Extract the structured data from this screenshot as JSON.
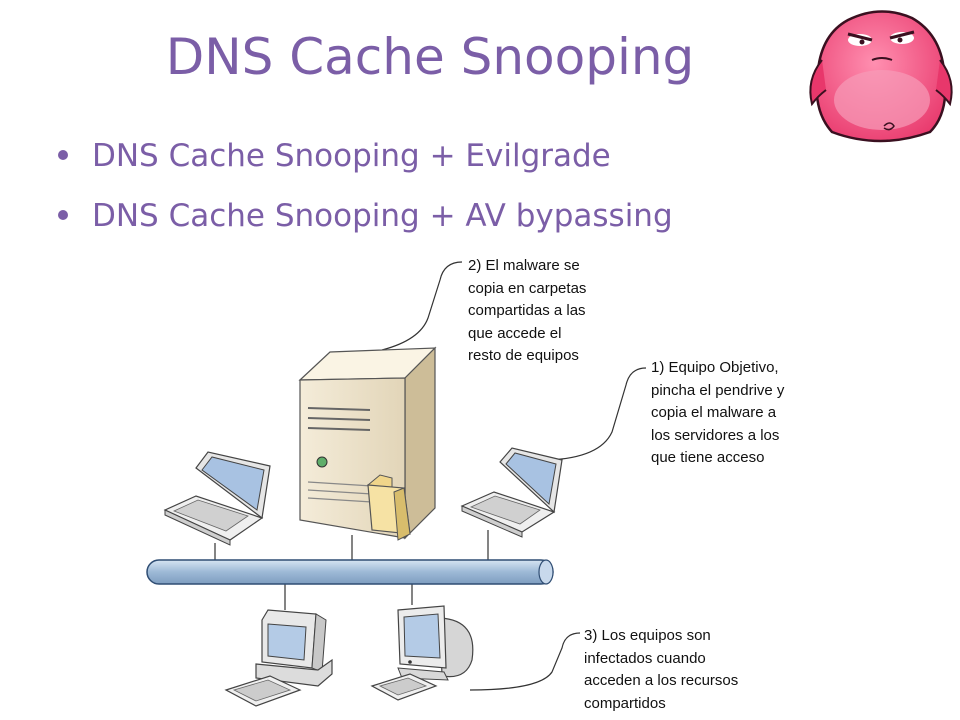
{
  "slide": {
    "title": "DNS Cache Snooping",
    "bullets": [
      "DNS Cache Snooping + Evilgrade",
      "DNS Cache Snooping + AV bypassing"
    ]
  },
  "diagram": {
    "notes": {
      "server": "2) El malware se\ncopia en carpetas\ncompartidas a las\nque accede el\nresto de equipos",
      "target": "1) Equipo Objetivo,\npincha el pendrive y\ncopia el malware a\nlos servidores a los\nque tiene acceso",
      "infected": "3) Los equipos son\ninfectados cuando\nacceden a los recursos\ncompartidos"
    },
    "icons": [
      "file-server-icon",
      "laptop-icon",
      "laptop-icon",
      "desktop-computer-icon",
      "crt-monitor-icon",
      "pink-monster-mascot-icon"
    ],
    "colors": {
      "title": "#7b5ea7",
      "network_bus": "#a9c3dd",
      "mascot": "#e8376b"
    }
  }
}
